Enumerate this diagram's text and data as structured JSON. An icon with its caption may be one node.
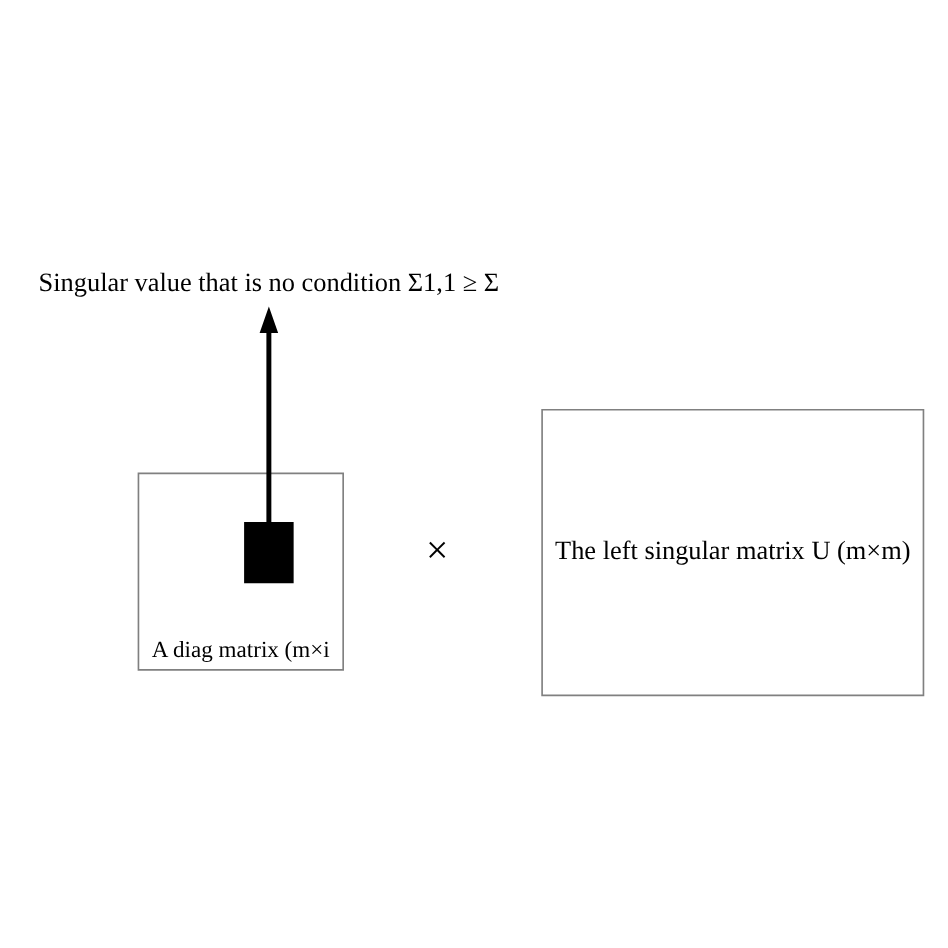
{
  "diagram": {
    "nodes": [
      {
        "text": [
          "Singular value that is no condition Σ1,1 ≥ Σ"
        ]
      },
      {
        "text": [
          "The left singular matrix U (m×m)"
        ]
      },
      {
        "text": [
          "A diag matrix (m×i"
        ]
      },
      {
        "text": [],
        "shape": "box",
        "in": 2
      }
    ],
    "edges": [
      {
        "from": 3,
        "to": 0,
        "arrow": "to"
      }
    ],
    "labels": [
      "×"
    ]
  }
}
